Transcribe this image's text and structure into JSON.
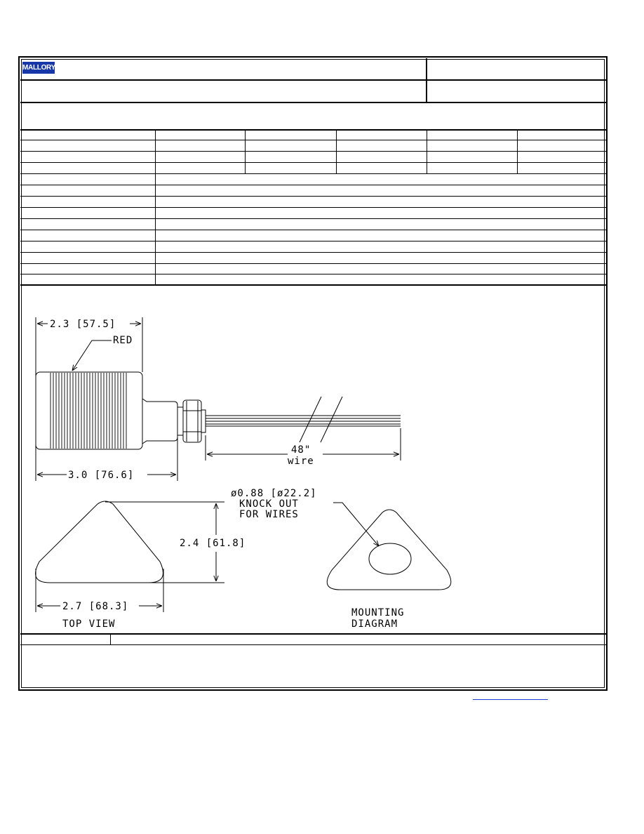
{
  "brand": {
    "logo_text": "MALLORY"
  },
  "drawing": {
    "dim_side_top": "2.3 [57.5]",
    "label_red": "RED",
    "dim_side_bottom": "3.0 [76.6]",
    "wire_length": "48\"",
    "wire_label": "wire",
    "knockout_line1": "ø0.88 [ø22.2]",
    "knockout_line2": "KNOCK OUT",
    "knockout_line3": "FOR WIRES",
    "dim_height": "2.4 [61.8]",
    "dim_width": "2.7 [68.3]",
    "top_view_label": "TOP VIEW",
    "mounting_label_1": "MOUNTING",
    "mounting_label_2": "DIAGRAM"
  },
  "colors": {
    "logo_bg": "#1736a8",
    "link": "#1a3cd6"
  }
}
